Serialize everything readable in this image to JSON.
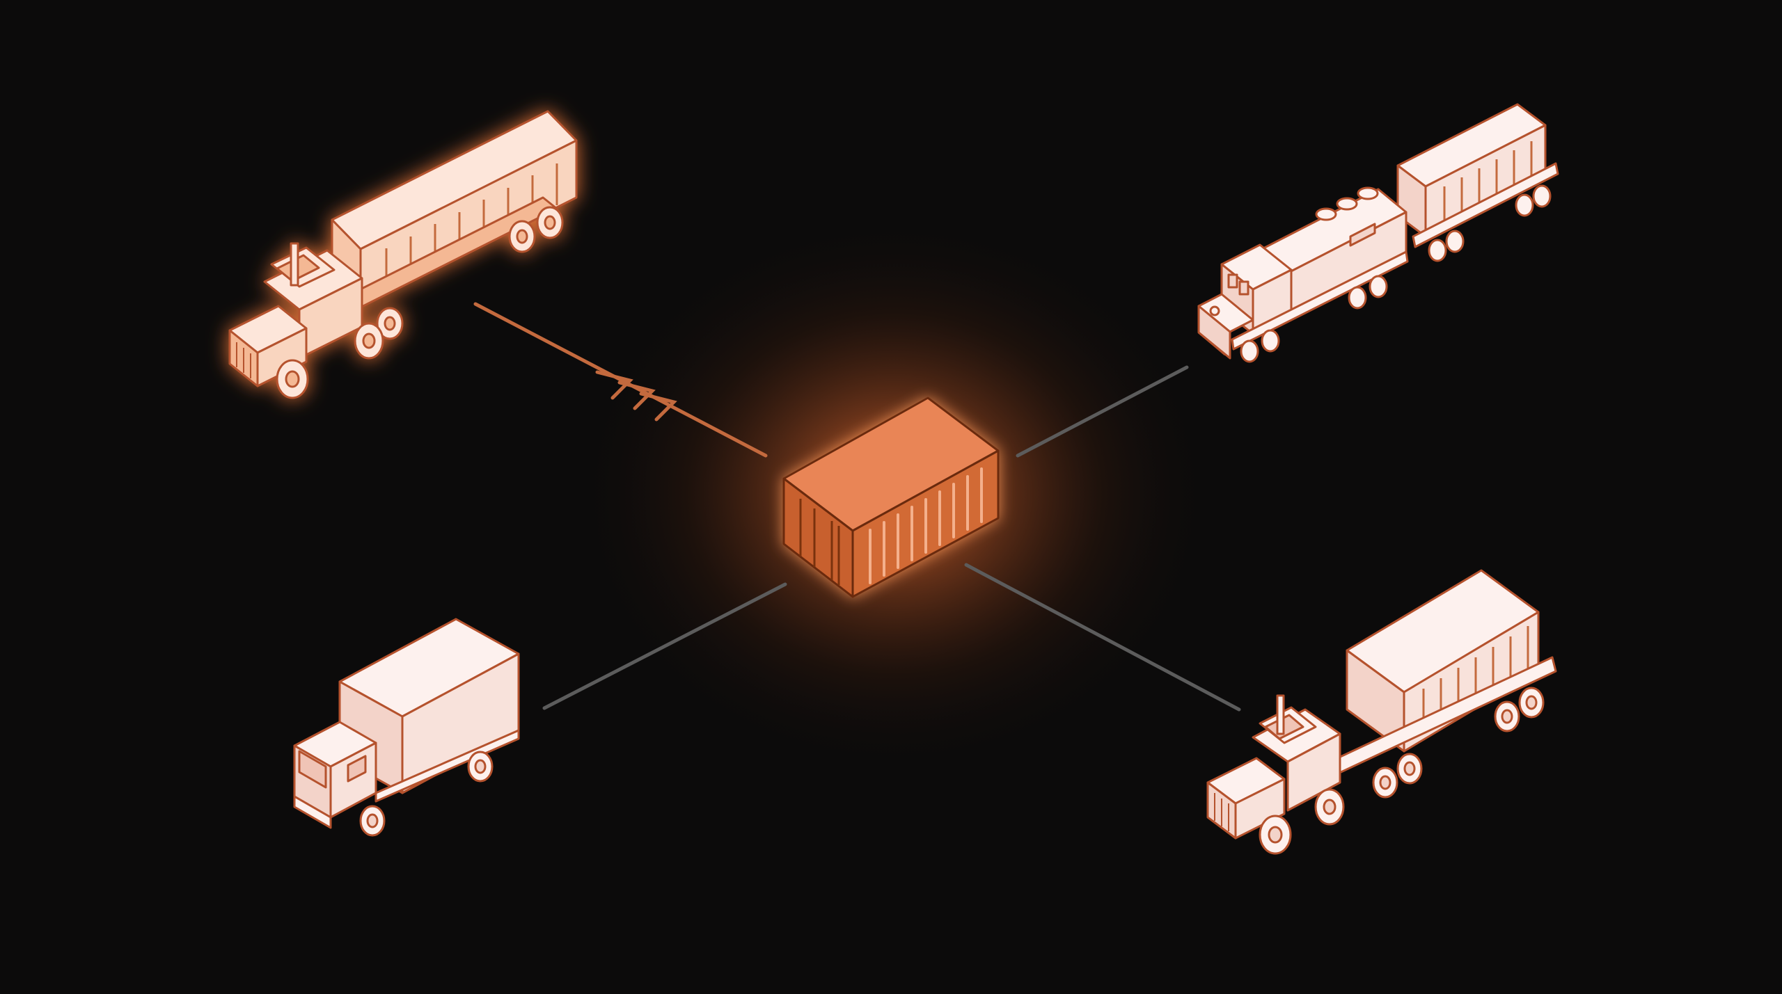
{
  "theme": {
    "background": "#0c0b0b",
    "accent": "#f28a4e",
    "stroke": "#b5522d",
    "vehicle_fill": "#fdf1ee",
    "vehicle_side_fill": "#f3d3c9",
    "container_top": "#e98556",
    "container_front": "#c8602d",
    "container_side": "#d26a36",
    "connector_active": "#c46a3e",
    "connector_idle": "#5c5c5c"
  },
  "diagram": {
    "hub": {
      "id": "shipping-container",
      "icon": "shipping-container-icon",
      "highlighted": true
    },
    "nodes": [
      {
        "id": "semi-truck-top-left",
        "icon": "semi-truck-icon",
        "highlighted": true
      },
      {
        "id": "freight-train",
        "icon": "locomotive-icon",
        "highlighted": false
      },
      {
        "id": "box-truck",
        "icon": "box-truck-icon",
        "highlighted": false
      },
      {
        "id": "container-truck",
        "icon": "container-truck-icon",
        "highlighted": false
      }
    ],
    "edges": [
      {
        "from": "semi-truck-top-left",
        "to": "shipping-container",
        "style": "active-arrow",
        "color": "#c46a3e"
      },
      {
        "from": "shipping-container",
        "to": "freight-train",
        "style": "idle",
        "color": "#5c5c5c"
      },
      {
        "from": "shipping-container",
        "to": "box-truck",
        "style": "idle",
        "color": "#5c5c5c"
      },
      {
        "from": "shipping-container",
        "to": "container-truck",
        "style": "idle",
        "color": "#5c5c5c"
      }
    ]
  }
}
